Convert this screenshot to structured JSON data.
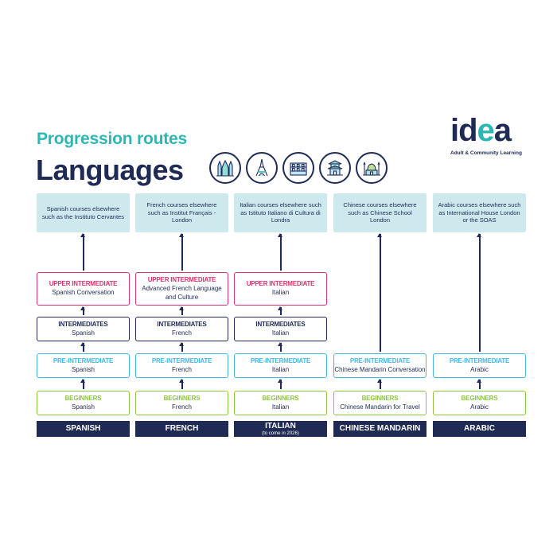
{
  "header": {
    "subtitle": "Progression routes",
    "title": "Languages"
  },
  "logo": {
    "prefix": "id",
    "accent": "e",
    "suffix": "a",
    "tagline": "Adult & Community Learning"
  },
  "landmarks": [
    "cathedral-icon",
    "eiffel-tower-icon",
    "colosseum-icon",
    "pagoda-icon",
    "mosque-icon"
  ],
  "colors": {
    "navy": "#1f2a55",
    "teal": "#2bb8b4",
    "upper_intermediate": "#e0306b",
    "pre_intermediate": "#44b8e6",
    "beginners": "#8cc63f",
    "elsewhere_fill": "#cde9ee"
  },
  "levels": {
    "upper": "UPPER INTERMEDIATE",
    "inter": "INTERMEDIATES",
    "pre": "PRE-INTERMEDIATE",
    "beg": "BEGINNERS"
  },
  "columns": [
    {
      "language": "SPANISH",
      "note": "",
      "elsewhere": "Spanish courses elsewhere such as the Instituto Cervantes",
      "upper": "Spanish Conversation",
      "inter": "Spanish",
      "pre": "Spanish",
      "beg": "Spanish"
    },
    {
      "language": "FRENCH",
      "note": "",
      "elsewhere": "French courses elsewhere such as Institut Français - London",
      "upper": "Advanced French Language and Culture",
      "inter": "French",
      "pre": "French",
      "beg": "French"
    },
    {
      "language": "ITALIAN",
      "note": "(to come in 2026)",
      "elsewhere": "Italian courses elsewhere such as Istituto Italiano di Cultura di Londra",
      "upper": "Italian",
      "inter": "Italian",
      "pre": "Italian",
      "beg": "Italian"
    },
    {
      "language": "CHINESE MANDARIN",
      "note": "",
      "elsewhere": "Chinese courses elsewhere such as Chinese School London",
      "pre": "Chinese Mandarin Conversation",
      "beg": "Chinese Mandarin for Travel"
    },
    {
      "language": "ARABIC",
      "note": "",
      "elsewhere": "Arabic courses elsewhere such as International House London or the SOAS",
      "pre": "Arabic",
      "beg": "Arabic"
    }
  ]
}
